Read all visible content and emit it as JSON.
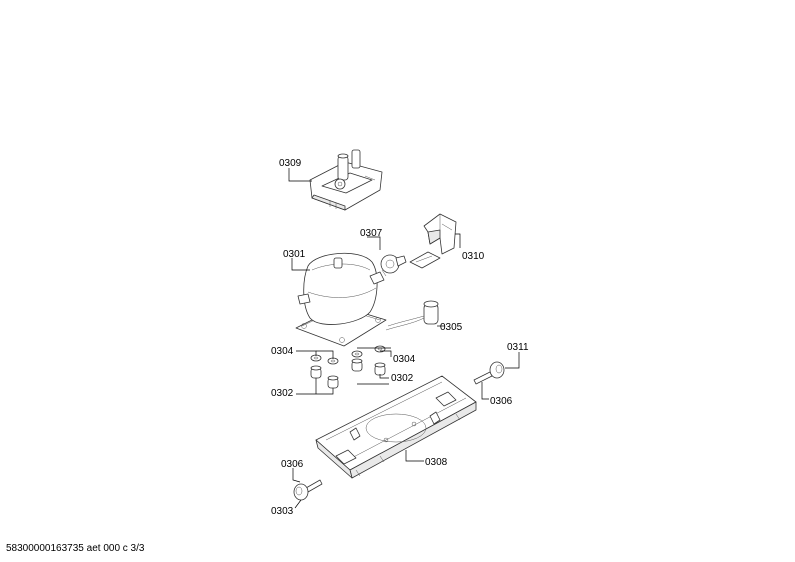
{
  "labels": {
    "l0309": "0309",
    "l0307": "0307",
    "l0310": "0310",
    "l0301": "0301",
    "l0305": "0305",
    "l0304a": "0304",
    "l0304b": "0304",
    "l0311": "0311",
    "l0302a": "0302",
    "l0302b": "0302",
    "l0306a": "0306",
    "l0308": "0308",
    "l0306b": "0306",
    "l0303": "0303"
  },
  "footer": "58300000163735 aet 000 c 3/3"
}
